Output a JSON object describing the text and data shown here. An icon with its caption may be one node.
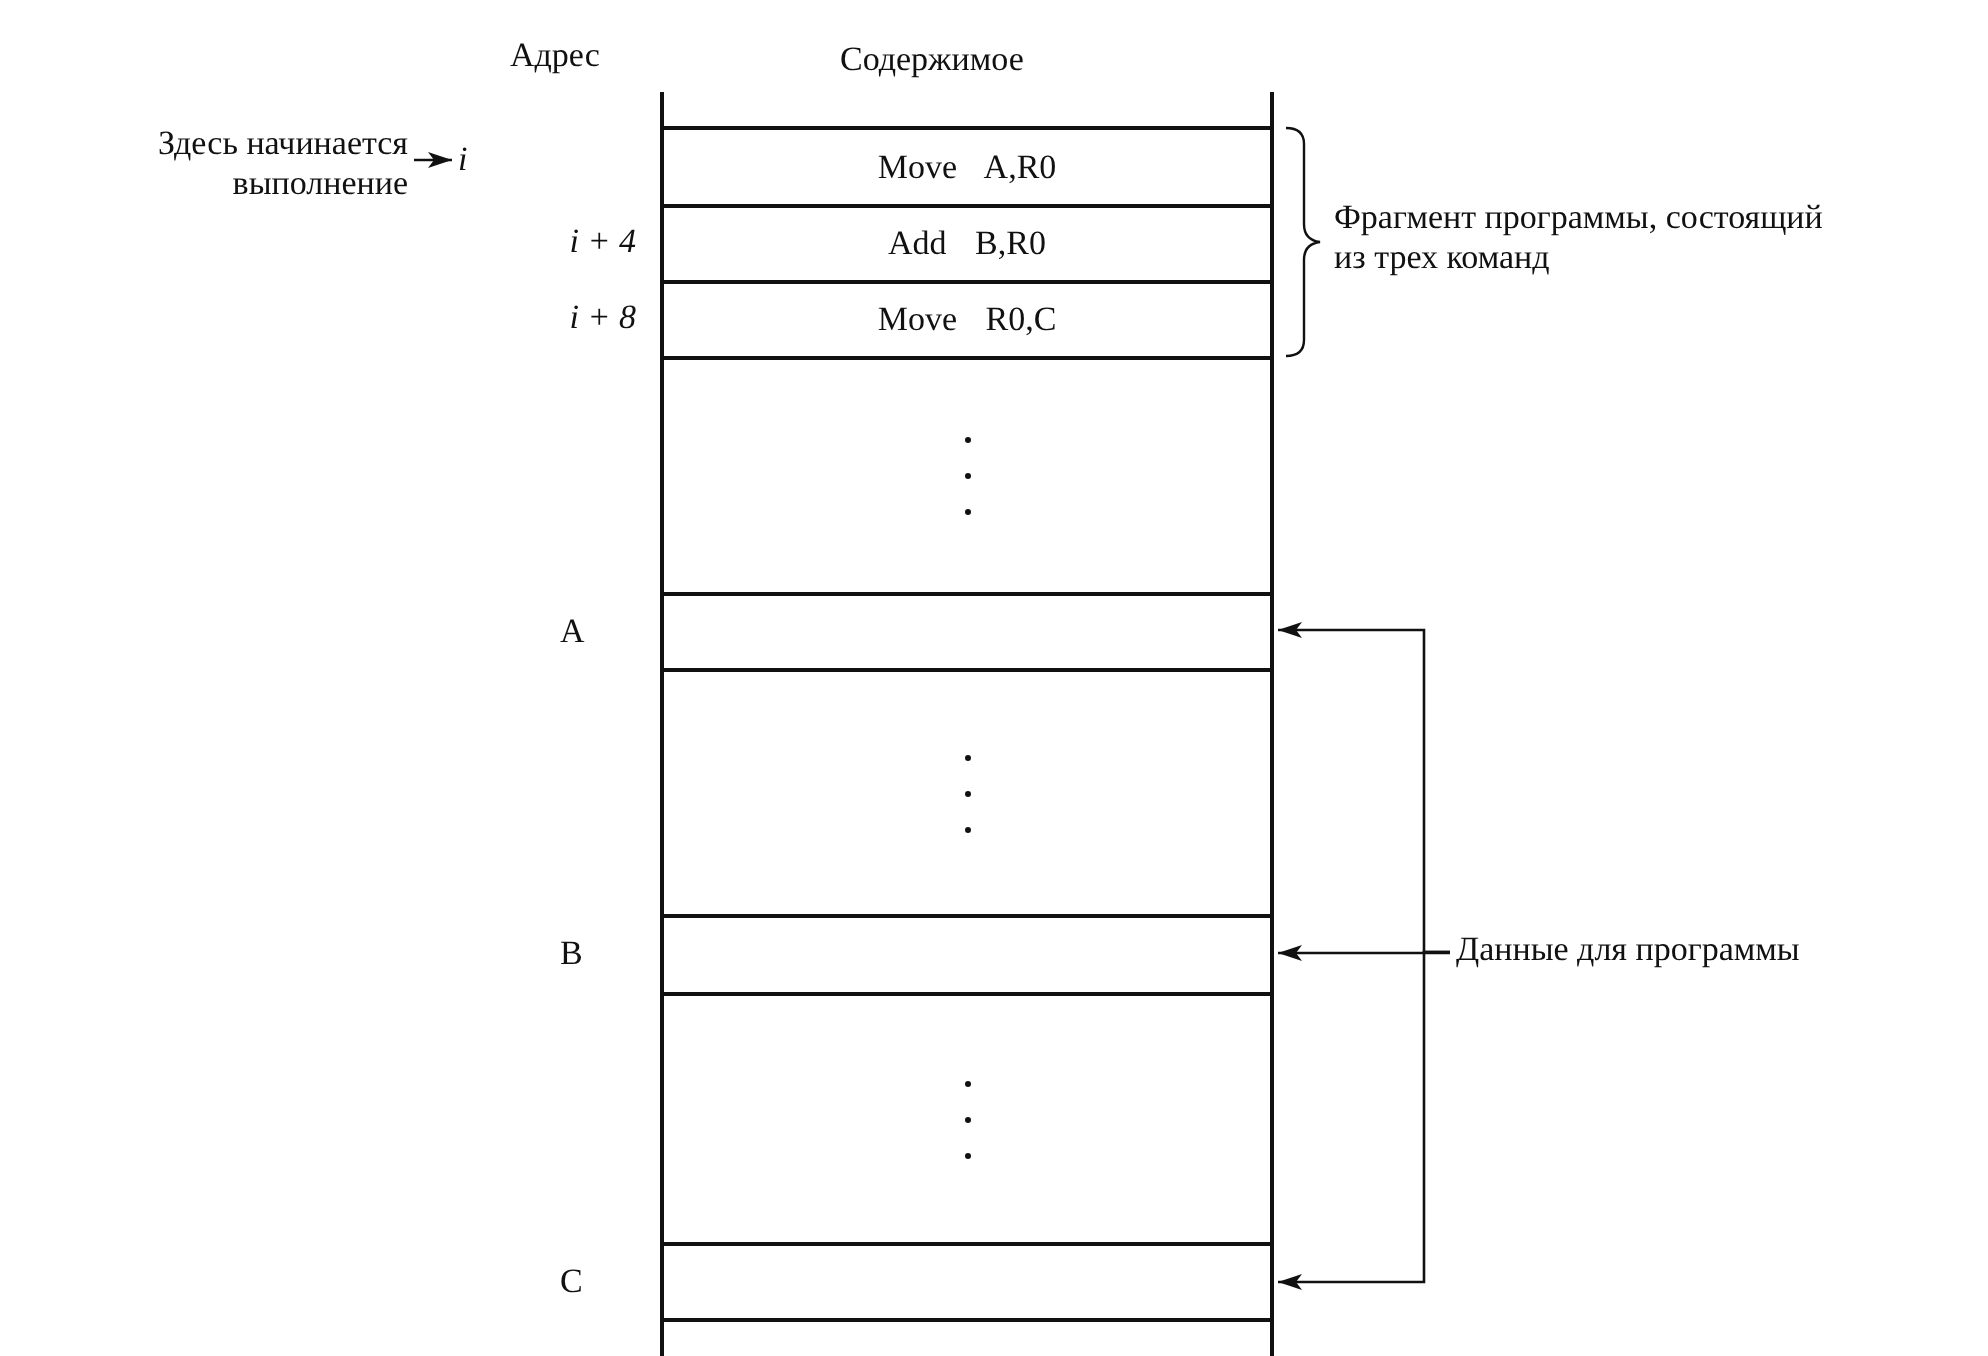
{
  "diagram": {
    "nodes": [
      {
        "text": [
          "Здесь начинается выполнение"
        ]
      },
      {
        "text": [
          "i"
        ]
      },
      {
        "text": [
          "Move A,R0"
        ]
      },
      {
        "text": [
          "Add B,R0"
        ]
      },
      {
        "text": [
          "Move R0,C"
        ]
      },
      {
        "text": [],
        "shape": "box"
      },
      {
        "text": [],
        "shape": "box"
      },
      {
        "text": [],
        "shape": "box"
      },
      {
        "text": [],
        "shape": "box"
      },
      {
        "text": [],
        "shape": "box"
      },
      {
        "text": [],
        "shape": "box"
      },
      {
        "text": [
          "Данные для программы"
        ]
      }
    ],
    "edges": [
      {
        "from": 0,
        "to": 1,
        "arrow": "to"
      },
      {
        "from": 11,
        "to": 6,
        "arrow": "to"
      },
      {
        "from": 11,
        "to": 8,
        "arrow": "to"
      },
      {
        "from": 11,
        "to": 10,
        "arrow": "to"
      }
    ],
    "labels": [
      "Адрес",
      "Содержимое",
      "i + 4",
      "i + 8",
      "Фрагмент программы, состоящий из трех команд",
      "A",
      "B",
      "C"
    ]
  }
}
